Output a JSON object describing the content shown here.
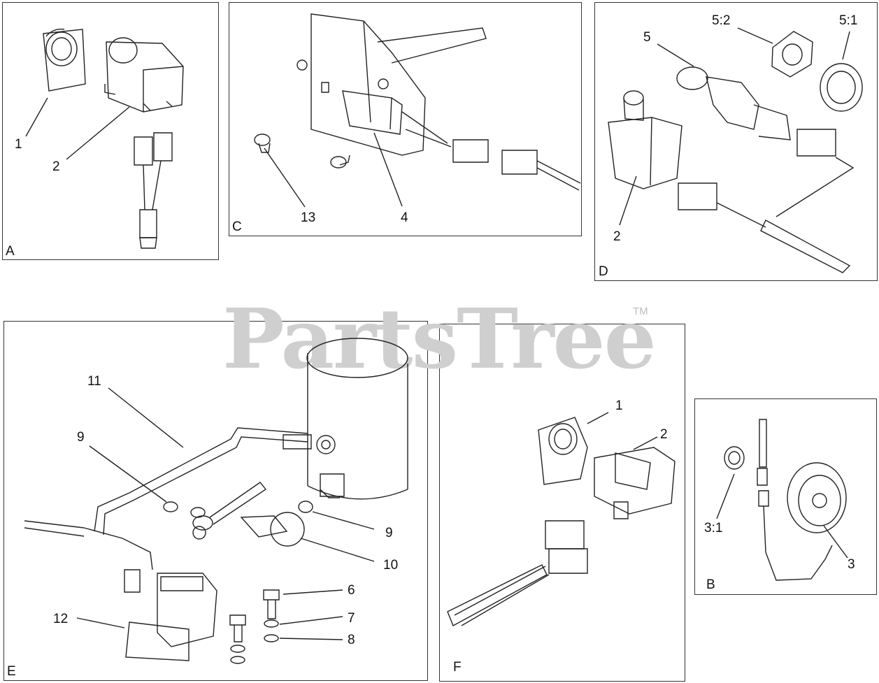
{
  "watermark": {
    "text": "PartsTree",
    "mark": "TM"
  },
  "panels": {
    "A": {
      "letter": "A",
      "callouts": [
        "1",
        "2"
      ]
    },
    "C": {
      "letter": "C",
      "callouts": [
        "13",
        "4"
      ]
    },
    "D": {
      "letter": "D",
      "callouts": [
        "5:2",
        "5:1",
        "5",
        "2"
      ]
    },
    "E": {
      "letter": "E",
      "callouts": [
        "11",
        "9",
        "9",
        "10",
        "6",
        "7",
        "8",
        "12"
      ]
    },
    "F": {
      "letter": "F",
      "callouts": [
        "1",
        "2"
      ]
    },
    "B": {
      "letter": "B",
      "callouts": [
        "3:1",
        "3"
      ]
    }
  }
}
